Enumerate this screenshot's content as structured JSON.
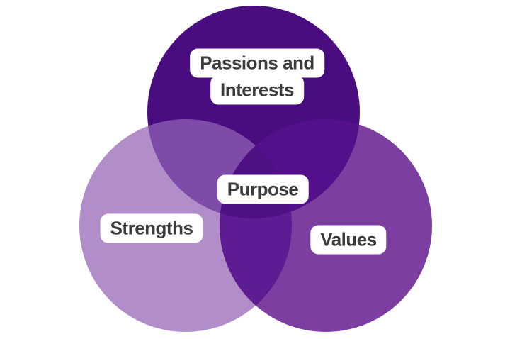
{
  "venn": {
    "background_color": "#ffffff",
    "label_chip_color": "#ffffff",
    "label_text_color": "#3b3b3b",
    "sets": {
      "top": {
        "label": "Passions and Interests",
        "label_lines": [
          "Passions and",
          "Interests"
        ],
        "color": "#4a0d80"
      },
      "left": {
        "label": "Strengths",
        "color": "#b18dc9"
      },
      "right": {
        "label": "Values",
        "color": "#7c3ea0"
      }
    },
    "overlaps": {
      "top_left_color": "#7f4ba8",
      "top_right_color": "#53108a",
      "left_right_color": "#5e1c92",
      "center": {
        "label": "Purpose",
        "color": "#4e1083"
      }
    }
  }
}
